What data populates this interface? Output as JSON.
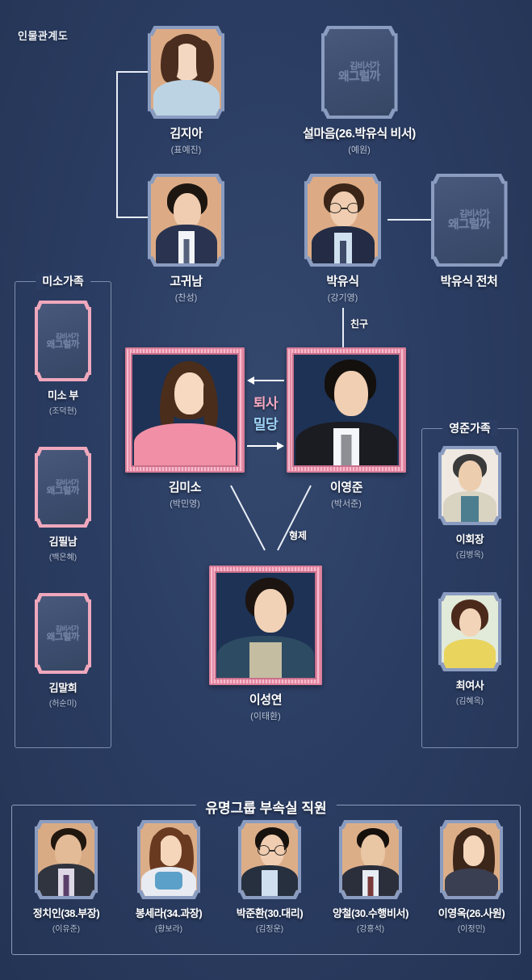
{
  "page": {
    "title": "인물관계도",
    "logo_line1": "김비서가",
    "logo_line2": "왜그럴까"
  },
  "characters": {
    "kimjia": {
      "name": "김지아",
      "actor": "(표예진)"
    },
    "seolmaeum": {
      "name": "설마음(26.박유식 비서)",
      "actor": "(예원)"
    },
    "gogwinam": {
      "name": "고귀남",
      "actor": "(찬성)"
    },
    "parkyusik": {
      "name": "박유식",
      "actor": "(강기영)"
    },
    "parkyusik_ex": {
      "name": "박유식 전처",
      "actor": ""
    },
    "kimmiso": {
      "name": "김미소",
      "actor": "(박민영)"
    },
    "leeyoungjun": {
      "name": "이영준",
      "actor": "(박서준)"
    },
    "leesungyeon": {
      "name": "이성연",
      "actor": "(이태환)"
    }
  },
  "miso_family": {
    "label": "미소가족",
    "members": [
      {
        "name": "미소 부",
        "actor": "(조덕현)"
      },
      {
        "name": "김필남",
        "actor": "(백은혜)"
      },
      {
        "name": "김말희",
        "actor": "(허순미)"
      }
    ]
  },
  "youngjun_family": {
    "label": "영준가족",
    "members": [
      {
        "name": "이회장",
        "actor": "(김병옥)"
      },
      {
        "name": "최여사",
        "actor": "(김혜옥)"
      }
    ]
  },
  "staff": {
    "label": "유명그룹 부속실 직원",
    "members": [
      {
        "name": "정치인(38.부장)",
        "actor": "(이유준)"
      },
      {
        "name": "봉세라(34.과장)",
        "actor": "(황보라)"
      },
      {
        "name": "박준환(30.대리)",
        "actor": "(김정운)"
      },
      {
        "name": "양철(30.수행비서)",
        "actor": "(강홍석)"
      },
      {
        "name": "이영옥(26.사원)",
        "actor": "(이정민)"
      }
    ]
  },
  "relations": {
    "friend": "친구",
    "sibling": "형제",
    "resign": "퇴사",
    "pushpull": "밀당"
  },
  "colors": {
    "background": "#2b3d63",
    "frame_border": "#8a9cc0",
    "pink_frame": "#f0a8bd",
    "resign_text": "#f7a9c2",
    "pushpull_text": "#9fd2f5",
    "line": "#e8edf6"
  }
}
